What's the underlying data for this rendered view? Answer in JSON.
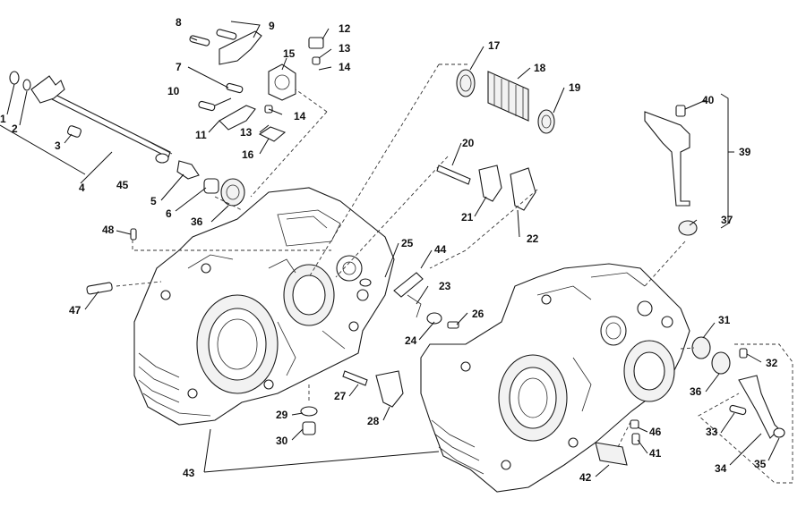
{
  "diagram": {
    "labels": [
      "1",
      "2",
      "3",
      "4",
      "5",
      "6",
      "7",
      "8",
      "9",
      "10",
      "11",
      "12",
      "13",
      "13",
      "14",
      "14",
      "15",
      "16",
      "17",
      "18",
      "19",
      "20",
      "21",
      "22",
      "23",
      "24",
      "25",
      "26",
      "27",
      "28",
      "29",
      "30",
      "31",
      "32",
      "33",
      "34",
      "35",
      "36",
      "36",
      "37",
      "39",
      "40",
      "41",
      "42",
      "43",
      "44",
      "45",
      "46",
      "47",
      "48"
    ]
  }
}
